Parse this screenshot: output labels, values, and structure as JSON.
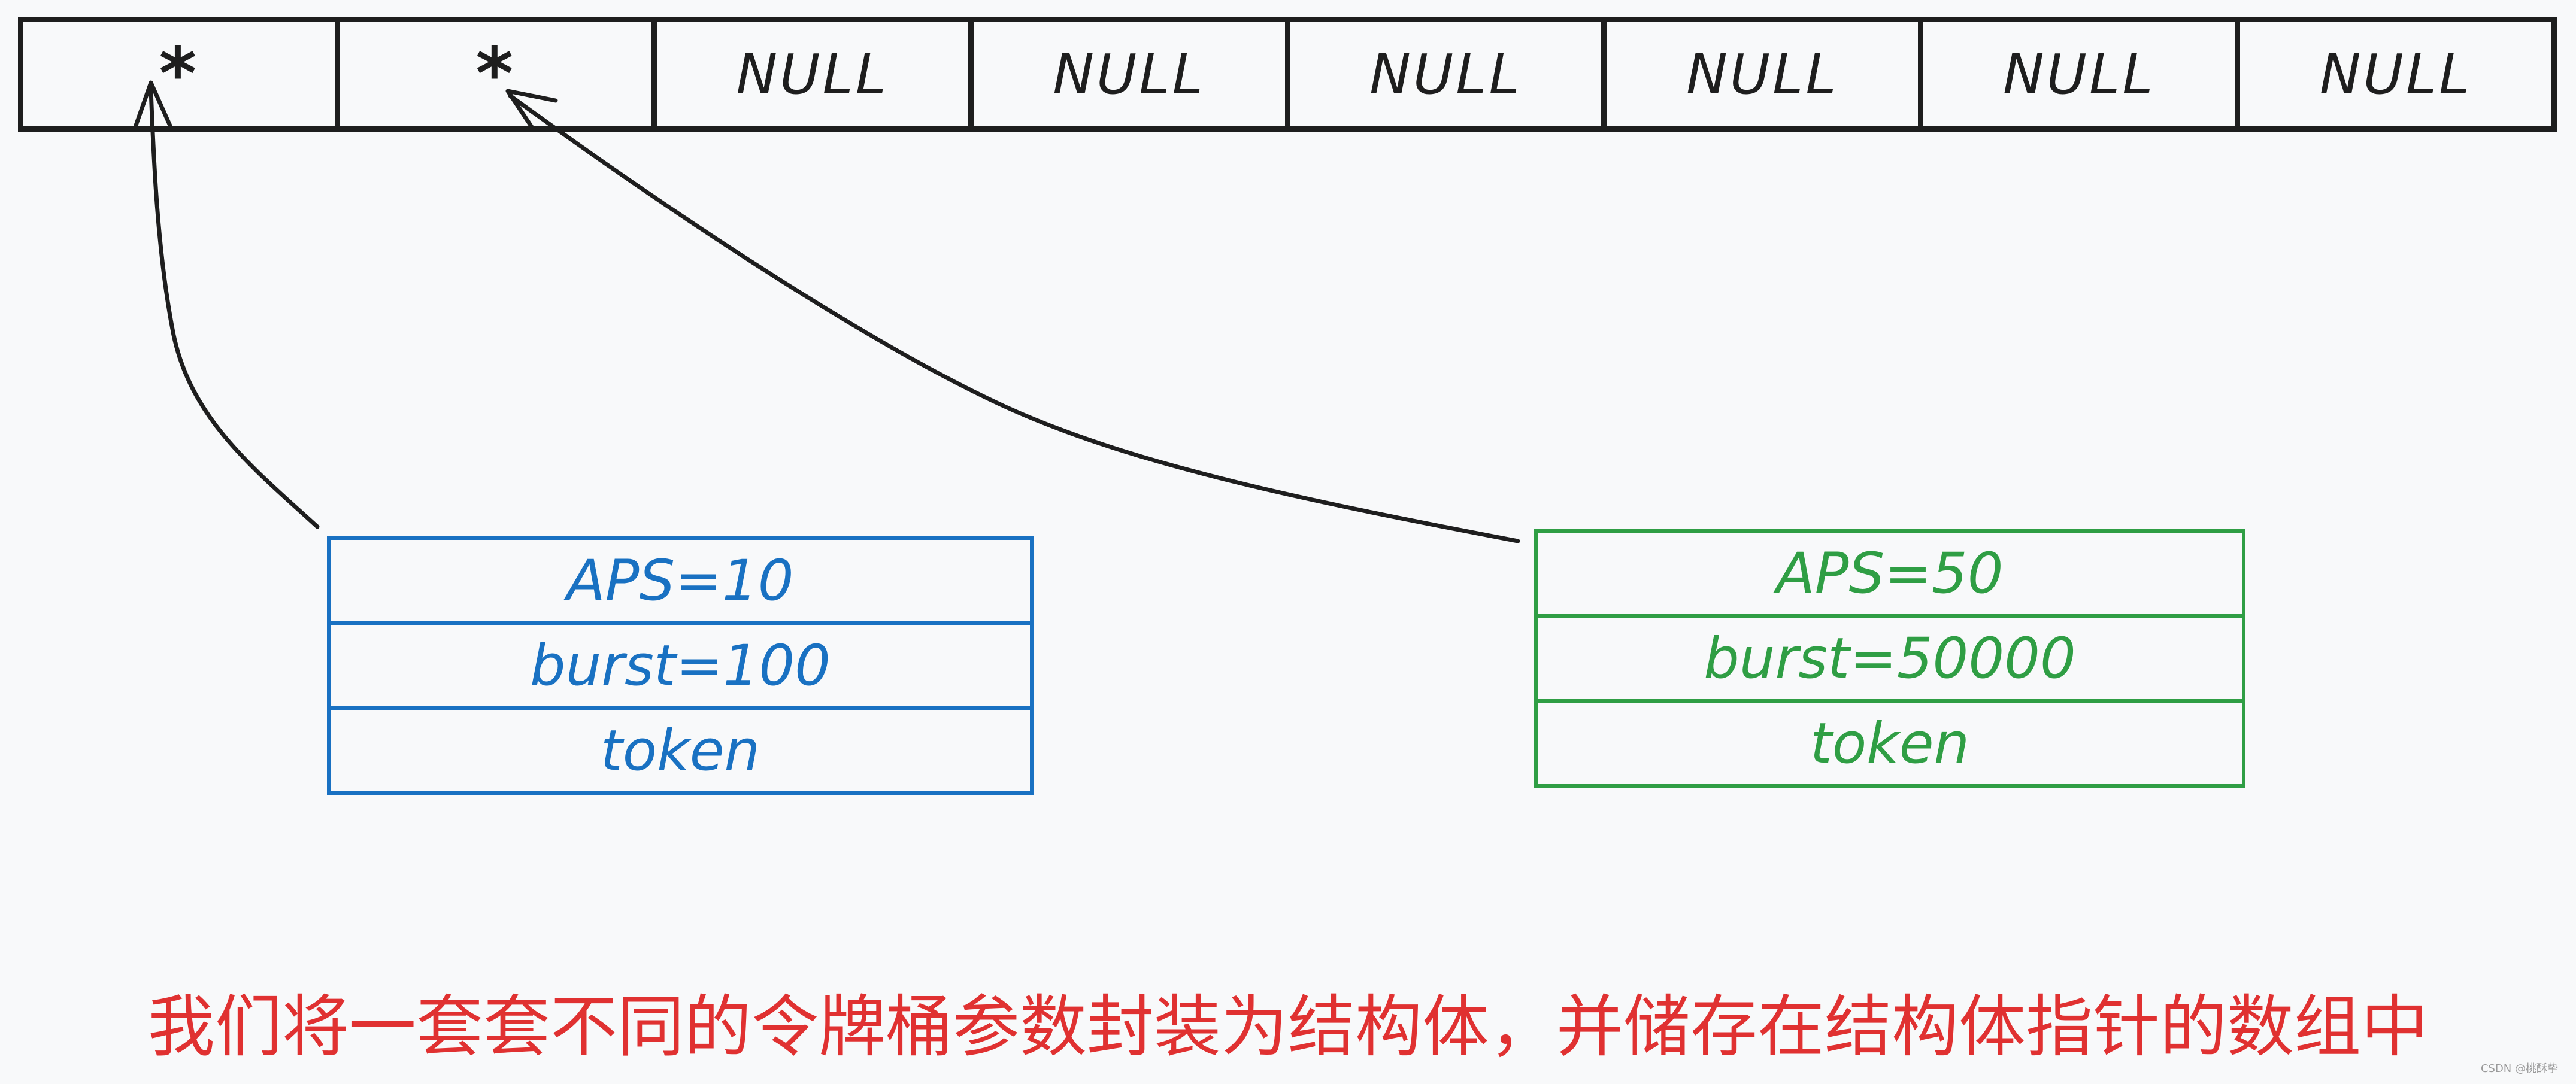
{
  "array": {
    "cells": [
      "*",
      "*",
      "NULL",
      "NULL",
      "NULL",
      "NULL",
      "NULL",
      "NULL"
    ]
  },
  "structs": [
    {
      "color": "#1971c2",
      "fields": [
        "APS=10",
        "burst=100",
        "token"
      ]
    },
    {
      "color": "#2f9e44",
      "fields": [
        "APS=50",
        "burst=50000",
        "token"
      ]
    }
  ],
  "caption": "我们将一套套不同的令牌桶参数封装为结构体，并储存在结构体指针的数组中",
  "watermark": "CSDN @桃酥挚",
  "colors": {
    "stroke": "#1e1e1e",
    "caption": "#e03131",
    "background": "#f8f9fa"
  }
}
